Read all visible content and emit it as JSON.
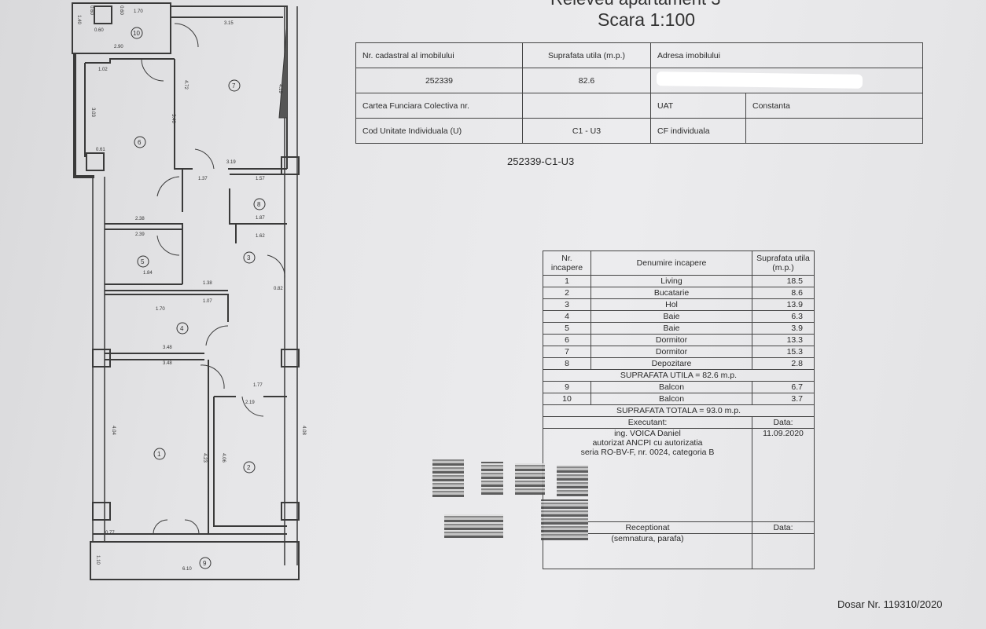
{
  "header": {
    "title": "Releveu apartament 3",
    "scale": "Scara 1:100"
  },
  "info_table": {
    "row1": [
      "Nr. cadastral al imobilului",
      "Suprafata utila (m.p.)",
      "Adresa imobilului"
    ],
    "row2": [
      "252339",
      "82.6",
      ""
    ],
    "row3": [
      "Cartea Funciara Colectiva nr.",
      "",
      "UAT",
      "Constanta"
    ],
    "row4": [
      "Cod Unitate Individuala (U)",
      "C1 - U3",
      "CF individuala",
      ""
    ]
  },
  "unit_code": "252339-C1-U3",
  "rooms_table": {
    "headers": [
      "Nr. incapere",
      "Denumire incapere",
      "Suprafata utila (m.p.)"
    ],
    "rooms": [
      {
        "nr": "1",
        "name": "Living",
        "area": "18.5"
      },
      {
        "nr": "2",
        "name": "Bucatarie",
        "area": "8.6"
      },
      {
        "nr": "3",
        "name": "Hol",
        "area": "13.9"
      },
      {
        "nr": "4",
        "name": "Baie",
        "area": "6.3"
      },
      {
        "nr": "5",
        "name": "Baie",
        "area": "3.9"
      },
      {
        "nr": "6",
        "name": "Dormitor",
        "area": "13.3"
      },
      {
        "nr": "7",
        "name": "Dormitor",
        "area": "15.3"
      },
      {
        "nr": "8",
        "name": "Depozitare",
        "area": "2.8"
      }
    ],
    "subtotal": "SUPRAFATA UTILA = 82.6 m.p.",
    "balconies": [
      {
        "nr": "9",
        "name": "Balcon",
        "area": "6.7"
      },
      {
        "nr": "10",
        "name": "Balcon",
        "area": "3.7"
      }
    ],
    "total": "SUPRAFATA TOTALA = 93.0 m.p.",
    "executant_label": "Executant:",
    "date_label": "Data:",
    "executant_lines": [
      "ing. VOICA Daniel",
      "autorizat ANCPI cu autorizatia",
      "seria RO-BV-F, nr. 0024, categoria  B"
    ],
    "executant_date": "11.09.2020",
    "received_label": "Receptionat",
    "received_date_label": "Data:",
    "signature_label": "(semnatura, parafa)"
  },
  "dosar": "Dosar Nr. 119310/2020",
  "plan": {
    "room_numbers": [
      "1",
      "2",
      "3",
      "4",
      "5",
      "6",
      "7",
      "8",
      "9",
      "10"
    ],
    "dimensions": [
      "1.40",
      "0.60",
      "0.60",
      "0.60",
      "1.70",
      "2.90",
      "3.15",
      "1.02",
      "3.03",
      "4.72",
      "3.40",
      "4.19",
      "0.61",
      "3.19",
      "1.37",
      "1.57",
      "1.87",
      "1.62",
      "2.38",
      "2.39",
      "1.84",
      "1.38",
      "1.07",
      "1.70",
      "3.48",
      "3.48",
      "1.77",
      "2.19",
      "4.04",
      "4.23",
      "4.06",
      "4.08",
      "6.10",
      "1.10",
      "0.77",
      "0.82"
    ]
  }
}
